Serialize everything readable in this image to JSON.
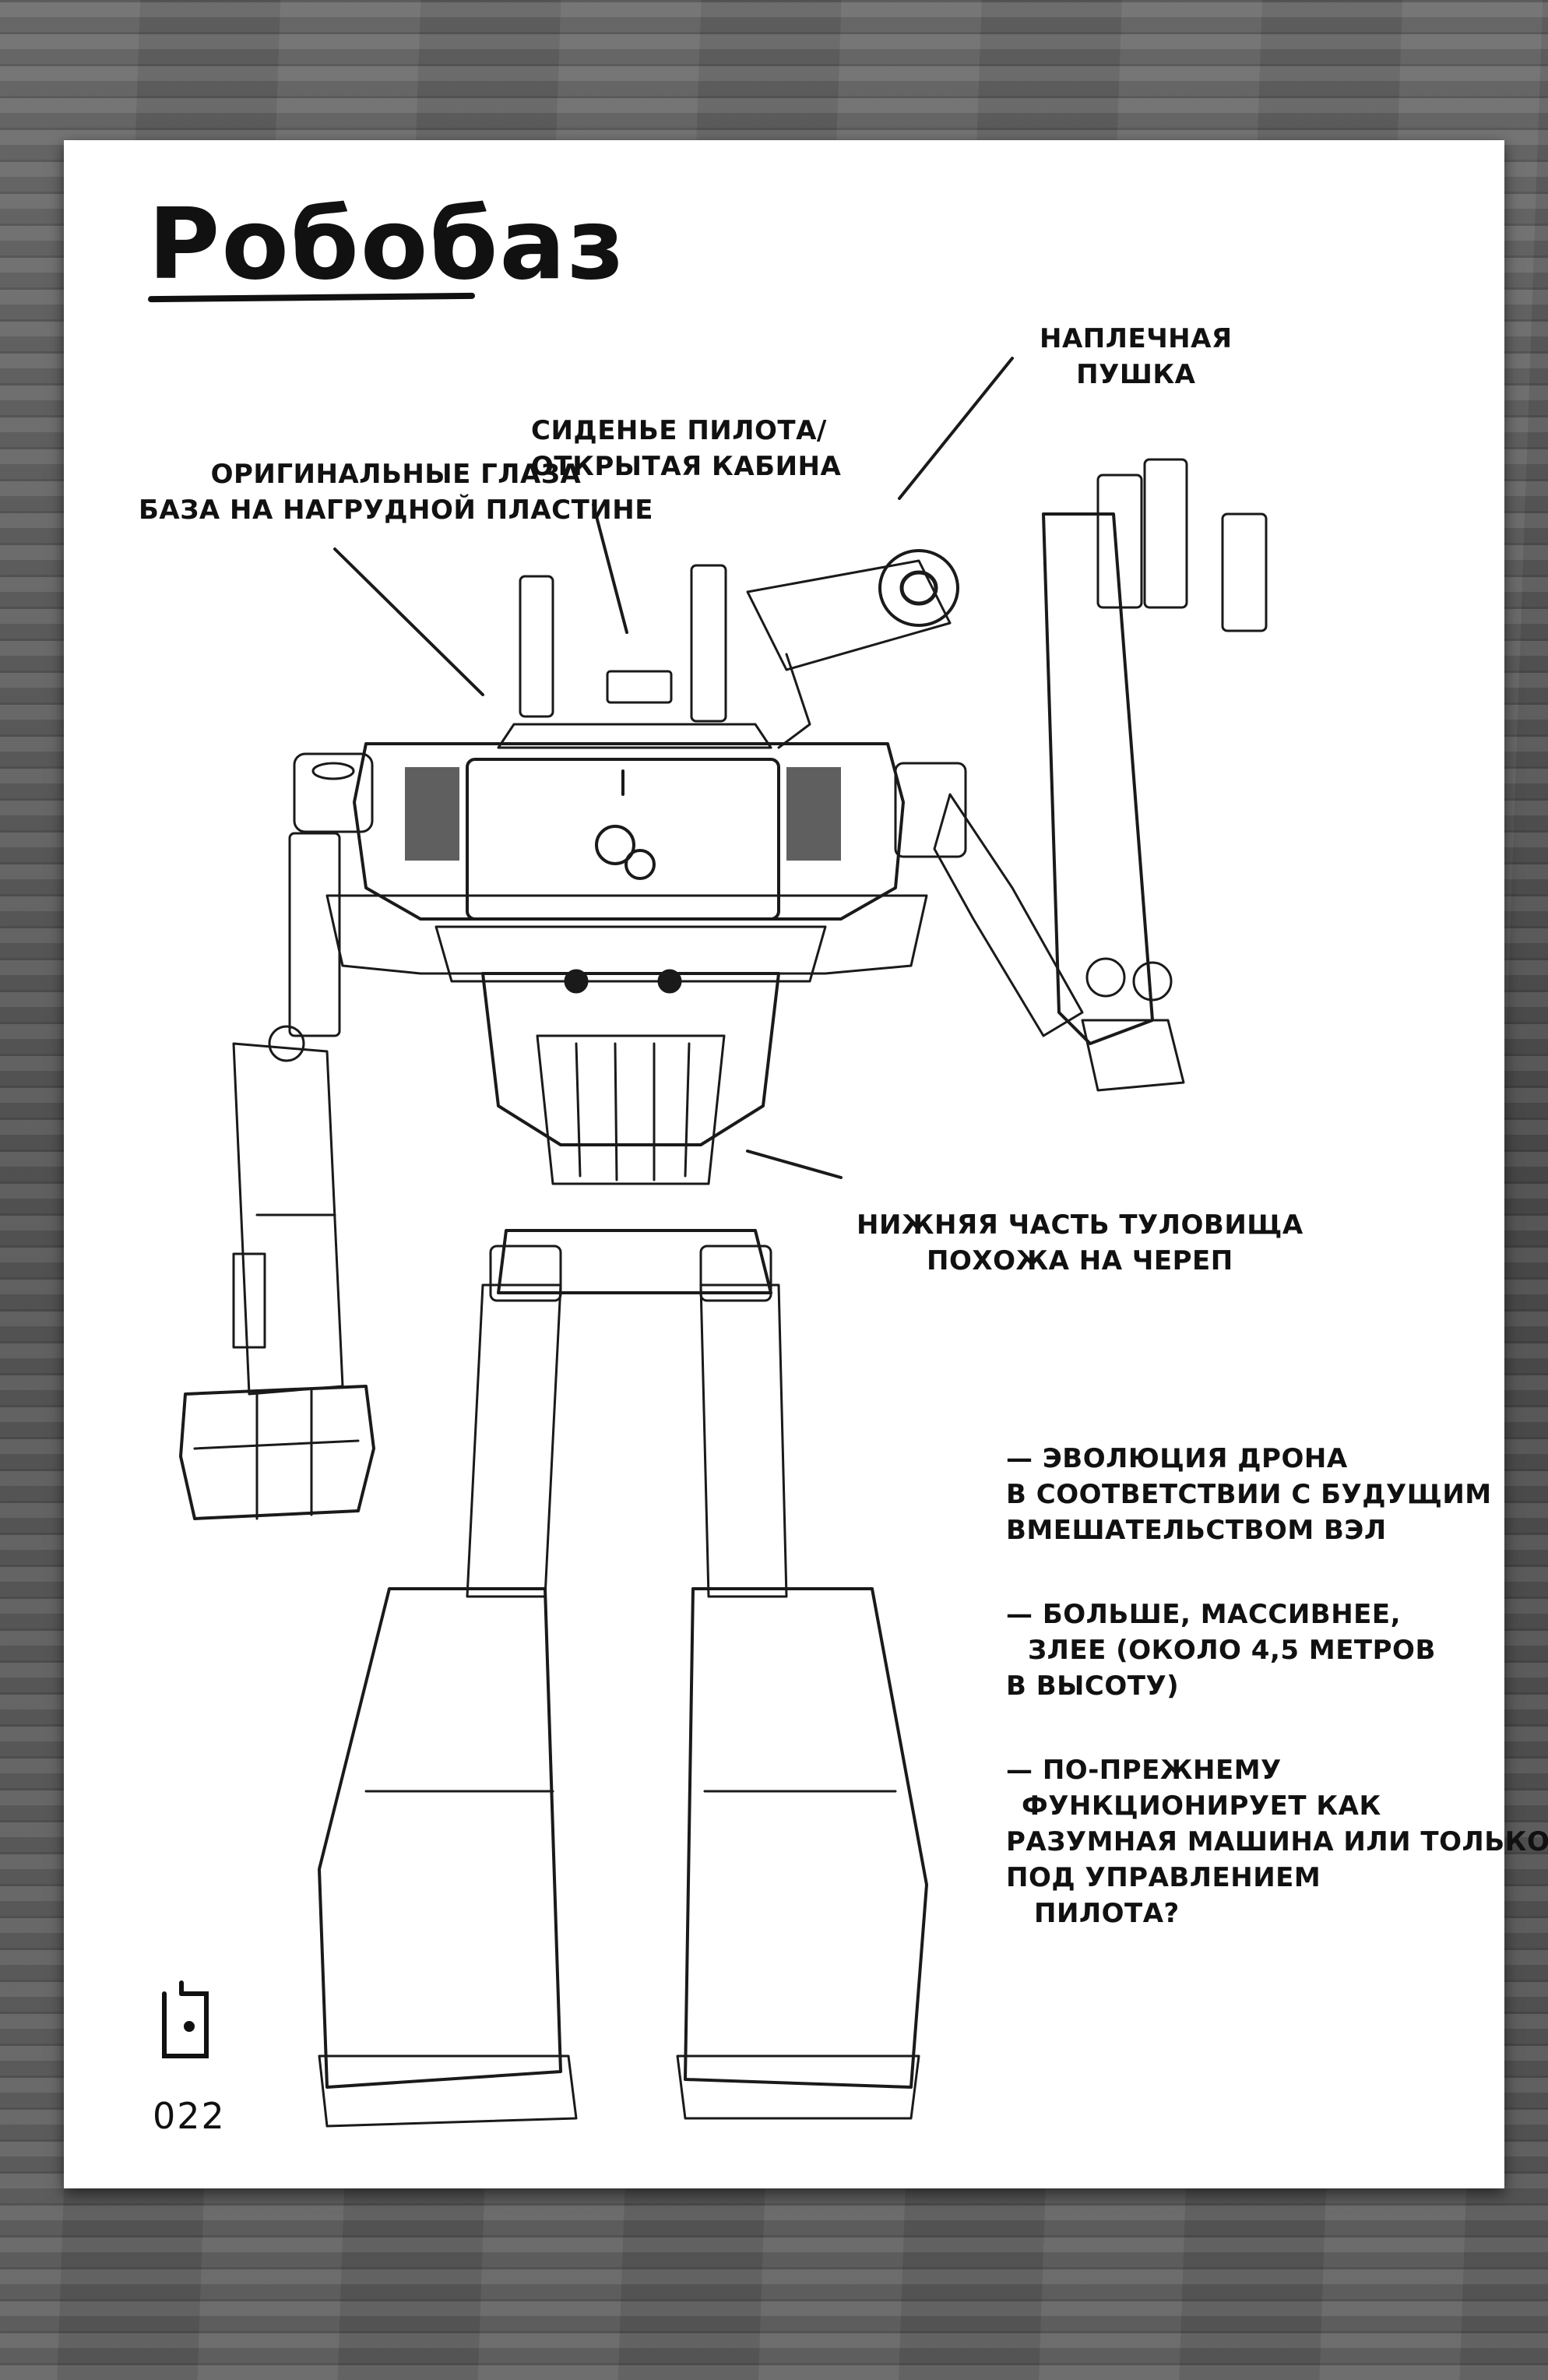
{
  "page": {
    "title": "Робобаз",
    "page_number": "022"
  },
  "annotations": {
    "shoulder_cannon": [
      "Наплечная",
      "пушка"
    ],
    "pilot_seat": [
      "Сиденье пилота/",
      "открытая кабина"
    ],
    "original_eyes": [
      "Оригинальные глаза",
      "База на нагрудной пластине"
    ],
    "lower_torso": [
      "Нижняя часть туловища",
      "похожа на череп"
    ]
  },
  "notes": [
    [
      "— Эволюция дрона",
      "в соответствии с будущим",
      "вмешательством Вэл"
    ],
    [
      "— Больше, массивнее,",
      "злее (около 4,5 метров",
      "в высоту)"
    ],
    [
      "— По-прежнему",
      "функционирует как",
      "разумная машина или только",
      "под управлением",
      "пилота?"
    ]
  ],
  "colors": {
    "paper": "#ffffff",
    "ink": "#111111",
    "background": "#5a5a5a"
  }
}
